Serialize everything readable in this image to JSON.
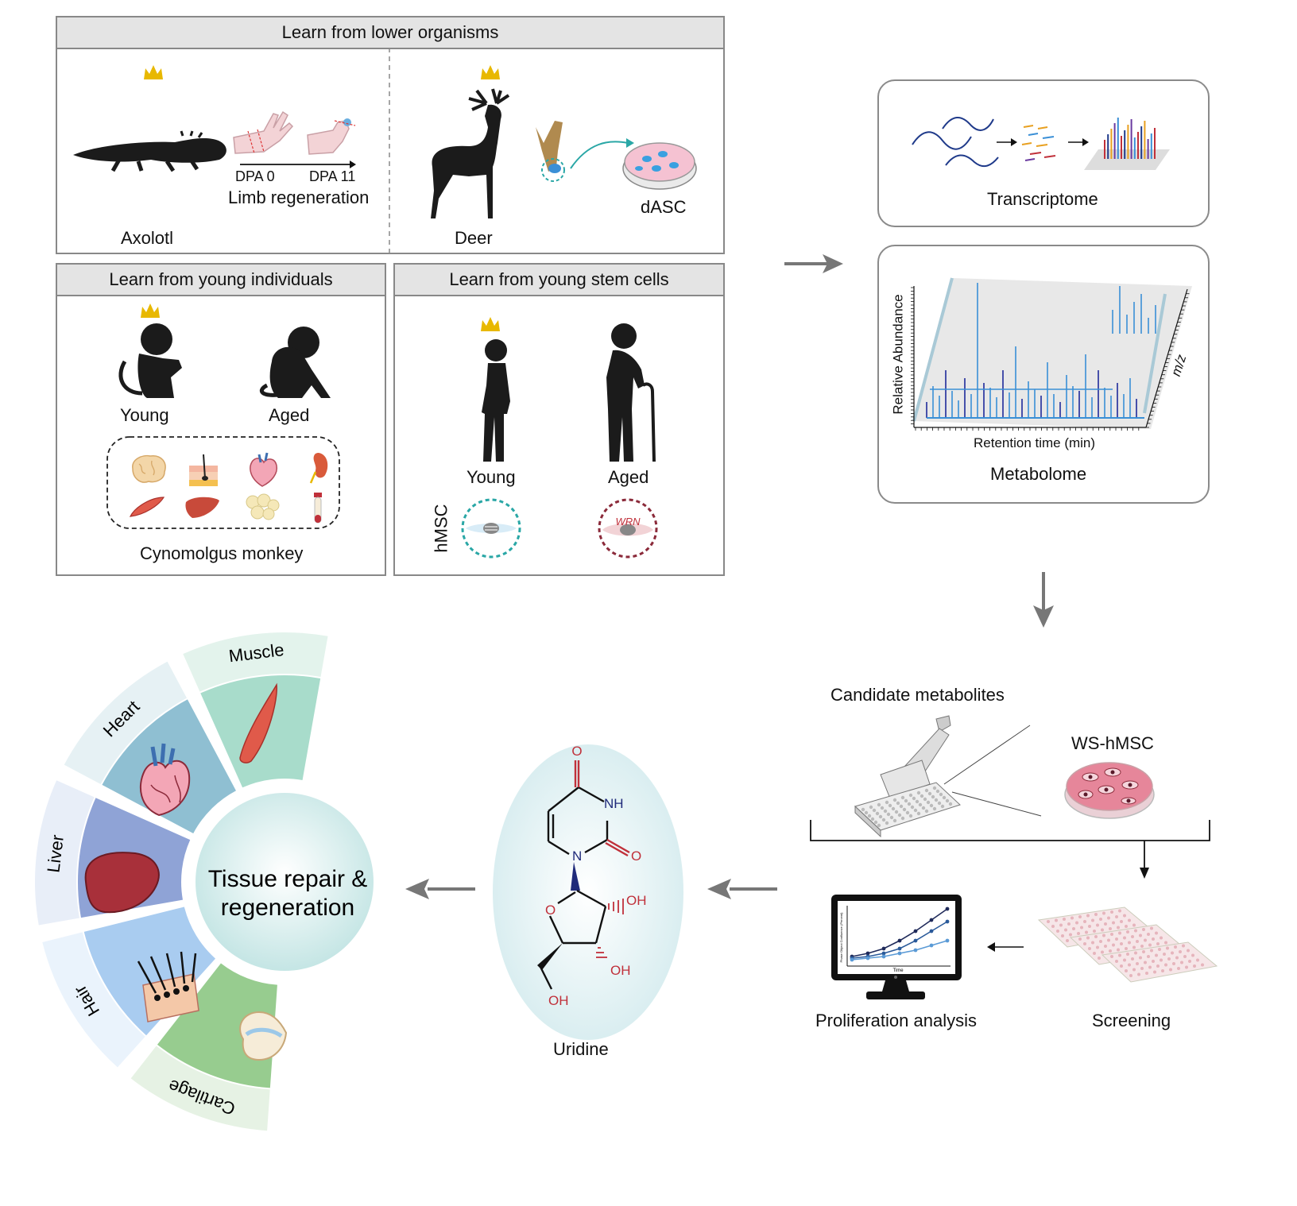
{
  "top_panel": {
    "title": "Learn from lower organisms",
    "axolotl": "Axolotl",
    "limb_regen": "Limb regeneration",
    "dpa0": "DPA 0",
    "dpa11": "DPA 11",
    "deer": "Deer",
    "dasc": "dASC"
  },
  "young_ind_panel": {
    "title": "Learn from young individuals",
    "young": "Young",
    "aged": "Aged",
    "species": "Cynomolgus monkey"
  },
  "young_sc_panel": {
    "title": "Learn from young stem cells",
    "young": "Young",
    "aged": "Aged",
    "hmsc": "hMSC",
    "wrn": "WRN"
  },
  "omics": {
    "transcriptome": "Transcriptome",
    "metabolome": "Metabolome",
    "y_axis": "Relative Abundance",
    "x_axis": "Retention time (min)",
    "z_axis": "m/z"
  },
  "screening": {
    "candidates": "Candidate metabolites",
    "ws_hmsc": "WS-hMSC",
    "screening": "Screening",
    "proliferation": "Proliferation analysis",
    "mini_x": "Time",
    "mini_y": "Phase Object Confluence (Percent)"
  },
  "compound": {
    "name": "Uridine",
    "atoms": {
      "o_top": "O",
      "nh": "NH",
      "o_right": "O",
      "n": "N",
      "o_ring": "O",
      "oh1": "OH",
      "oh2": "OH",
      "oh3": "OH"
    }
  },
  "wheel": {
    "center_line1": "Tissue repair &",
    "center_line2": "regeneration",
    "segments": [
      "Muscle",
      "Heart",
      "Liver",
      "Hair",
      "Cartilage"
    ]
  },
  "colors": {
    "muscle": "#a8dccb",
    "heart": "#8fbfd2",
    "liver": "#8fa3d6",
    "hair": "#a9ccf0",
    "cartilage": "#97cc8f",
    "crown": "#e8b800",
    "teal": "#2aa7a6",
    "darkred": "#8b2a3a"
  }
}
